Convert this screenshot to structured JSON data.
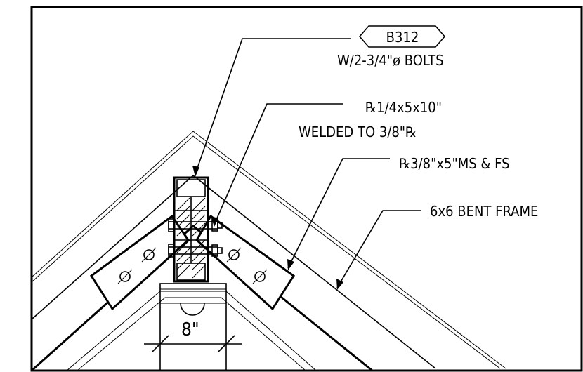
{
  "labels": {
    "tag": "B312",
    "bolts": "W/2-3/4\"ø BOLTS",
    "plate1_line1": "℞1/4x5x10\"",
    "plate1_line2": "WELDED TO 3/8\"℞",
    "plate2": "℞3/8\"x5\"MS & FS",
    "frame": "6x6 BENT FRAME",
    "dimension": "8\""
  }
}
